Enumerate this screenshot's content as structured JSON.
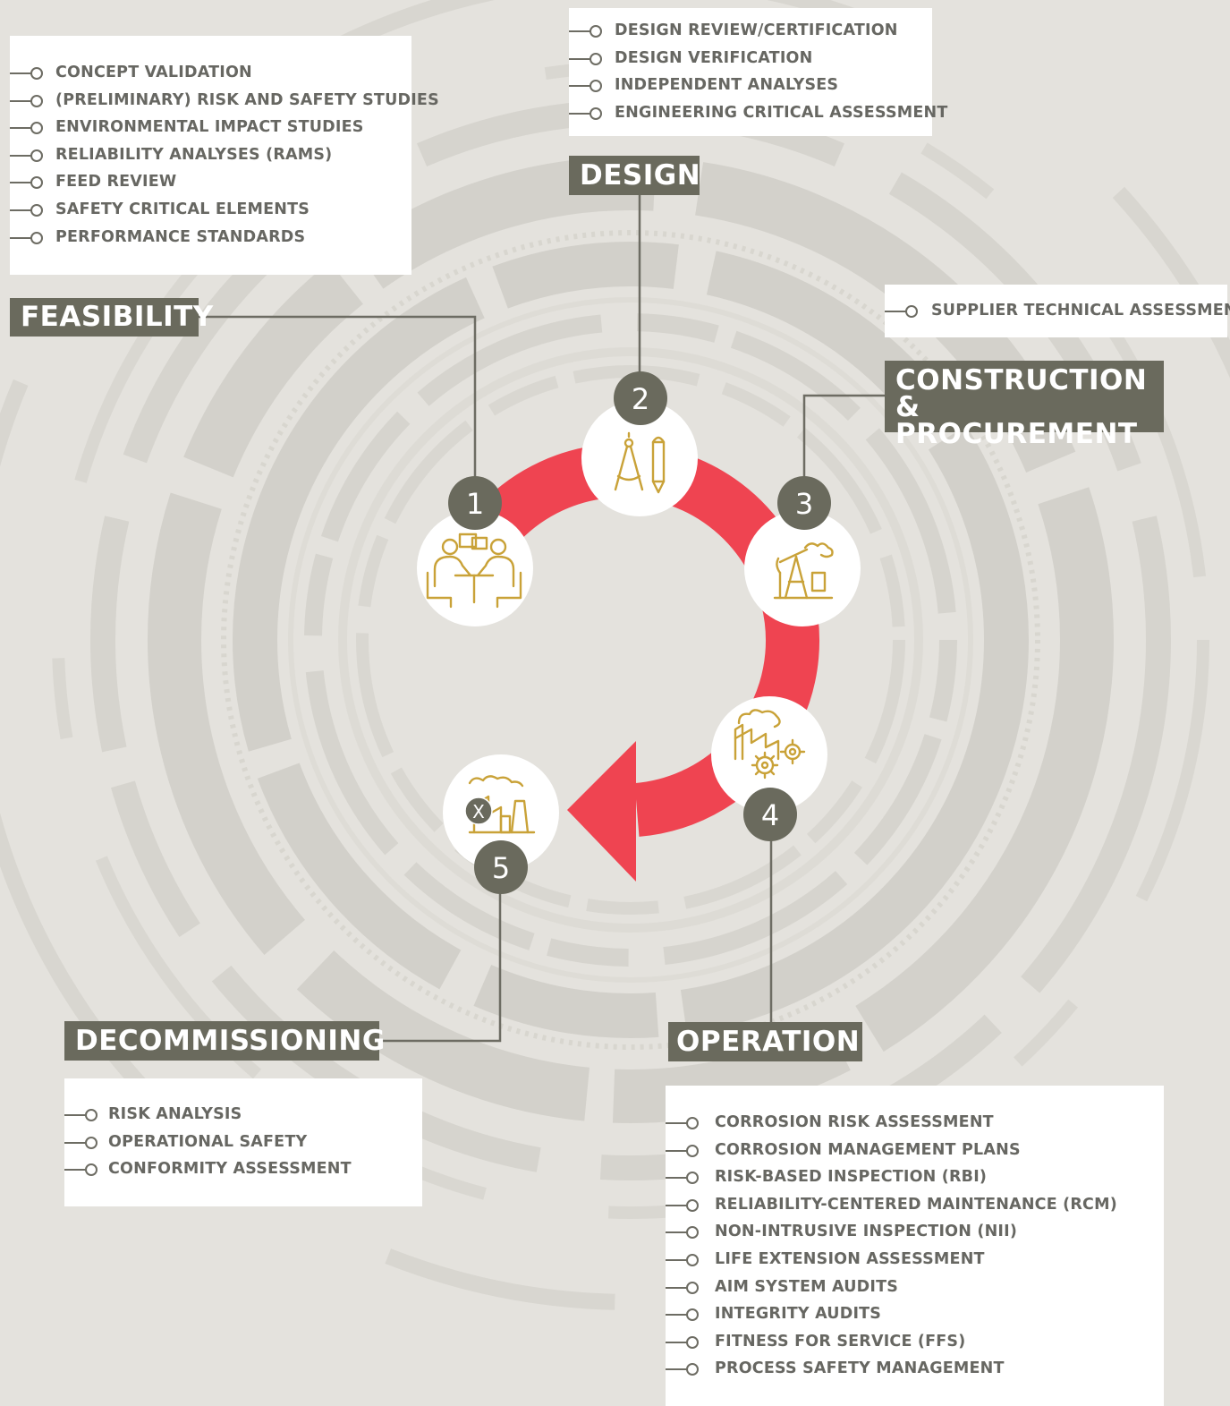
{
  "stages": {
    "feasibility": {
      "number": "1",
      "title": "FEASIBILITY",
      "items": [
        "CONCEPT VALIDATION",
        "(PRELIMINARY) RISK AND SAFETY STUDIES",
        "ENVIRONMENTAL IMPACT STUDIES",
        "RELIABILITY ANALYSES (RAMS)",
        "FEED REVIEW",
        "SAFETY CRITICAL ELEMENTS",
        "PERFORMANCE STANDARDS"
      ]
    },
    "design": {
      "number": "2",
      "title": "DESIGN",
      "items": [
        "DESIGN REVIEW/CERTIFICATION",
        "DESIGN VERIFICATION",
        "INDEPENDENT ANALYSES",
        "ENGINEERING CRITICAL ASSESSMENT"
      ]
    },
    "construction": {
      "number": "3",
      "title_line1": "CONSTRUCTION",
      "title_line2": "& PROCUREMENT",
      "items": [
        "SUPPLIER TECHNICAL ASSESSMENT"
      ]
    },
    "operation": {
      "number": "4",
      "title": "OPERATION",
      "items": [
        "CORROSION RISK ASSESSMENT",
        "CORROSION MANAGEMENT PLANS",
        "RISK-BASED INSPECTION (RBI)",
        "RELIABILITY-CENTERED MAINTENANCE (RCM)",
        "NON-INTRUSIVE INSPECTION (NII)",
        "LIFE EXTENSION ASSESSMENT",
        "AIM SYSTEM AUDITS",
        "INTEGRITY AUDITS",
        "FITNESS FOR SERVICE (FFS)",
        "PROCESS SAFETY MANAGEMENT"
      ]
    },
    "decommissioning": {
      "number": "5",
      "title": "DECOMMISSIONING",
      "items": [
        "RISK ANALYSIS",
        "OPERATIONAL SAFETY",
        "CONFORMITY ASSESSMENT"
      ],
      "icon_mark": "X"
    }
  },
  "icons": {
    "feasibility": "meeting-people-icon",
    "design": "compass-pencil-icon",
    "construction": "pumpjack-icon",
    "operation": "factory-gears-icon",
    "decommissioning": "factory-closed-icon"
  },
  "colors": {
    "background": "#e4e2dd",
    "cycle_arrow": "#ef4451",
    "label_bg": "#6a6a5d",
    "text": "#676762",
    "icon": "#c9a238"
  }
}
